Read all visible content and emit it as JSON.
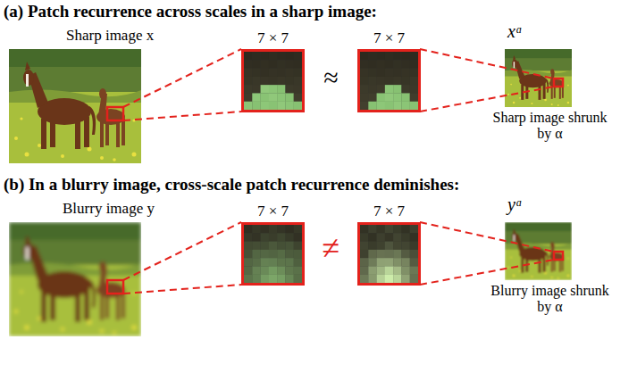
{
  "diagram": {
    "nodes": [
      {
        "text": [
          "7 × 7"
        ]
      },
      {
        "text": [
          "7 × 7"
        ]
      },
      {
        "text": [
          "7 × 7"
        ]
      },
      {
        "text": [
          "7 × 7"
        ]
      }
    ],
    "labels": [
      "(a) Patch recurrence across scales in a sharp image:",
      "Sharp image x",
      "≈",
      "xᵅ",
      "Sharp image shrunk by α",
      "(b) In a blurry image, cross-scale patch recurrence deminishes:",
      "Blurry image y",
      "≠",
      "yᵅ",
      "Blurry image shrunk by α"
    ]
  }
}
